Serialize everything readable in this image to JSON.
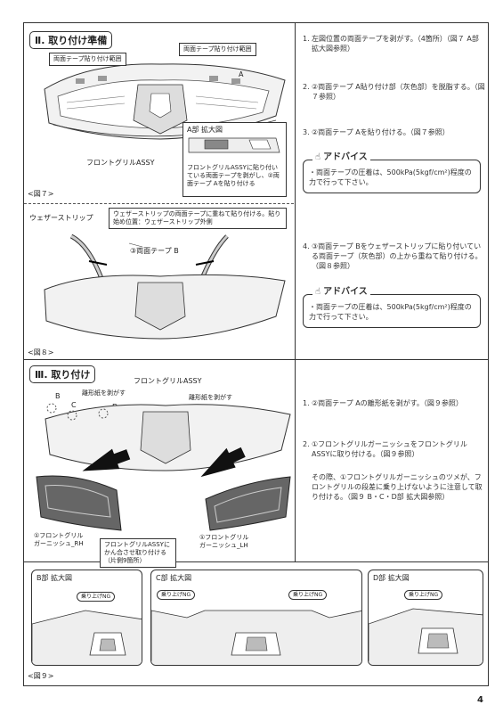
{
  "page_number": "4",
  "section2": {
    "title": "Ⅱ. 取り付け準備",
    "fig7": {
      "callout_left": "両面テープ貼り付け範囲",
      "callout_right": "両面テープ貼り付け範囲",
      "label_a": "A",
      "zoom_title": "A部 拡大図",
      "zoom_note": "フロントグリルASSYに貼り付いている両面テープを剥がし、②両面テープ Aを貼り付ける",
      "assy_label": "フロントグリルASSY",
      "caption": "<図７>"
    },
    "fig8": {
      "callout": "ウェザーストリップの両面テープに重ねて貼り付ける。貼り始め位置：ウェザーストリップ外側",
      "weather_label": "ウェザーストリップ",
      "tape_label": "③両面テープ B",
      "caption": "<図８>"
    }
  },
  "section3": {
    "title": "Ⅲ. 取り付け",
    "fig9": {
      "grill_label": "フロントグリルASSY",
      "peel_left": "離形紙を剥がす",
      "peel_right": "離形紙を剥がす",
      "b": "B",
      "c": "C",
      "d": "D",
      "rh_label": "①フロントグリル\nガーニッシュ_RH",
      "lh_label": "①フロントグリル\nガーニッシュ_LH",
      "claw_note": "フロントグリルASSYにかん合させ取り付ける（片側9箇所）",
      "zoom_b_title": "B部 拡大図",
      "zoom_c_title": "C部 拡大図",
      "zoom_d_title": "D部 拡大図",
      "ng": "乗り上げNG",
      "caption": "<図９>"
    }
  },
  "steps": {
    "s1": {
      "num": "1.",
      "text": "左図位置の両面テープを剥がす。（4箇所）（図７ A部 拡大図参照）"
    },
    "s2": {
      "num": "2.",
      "text": "②両面テープ A貼り付け部（灰色部）を脱脂する。（図７参照）"
    },
    "s3": {
      "num": "3.",
      "text": "②両面テープ Aを貼り付ける。（図７参照）"
    },
    "s4": {
      "num": "4.",
      "text": "③両面テープ Bをウェザーストリップに貼り付いている両面テープ（灰色部）の上から重ねて貼り付ける。（図８参照）"
    },
    "s5": {
      "num": "1.",
      "text": "②両面テープ Aの離形紙を剥がす。（図９参照）"
    },
    "s6": {
      "num": "2.",
      "text": "①フロントグリルガーニッシュをフロントグリルASSYに取り付ける。（図９参照）"
    },
    "s6b": "その際、①フロントグリルガーニッシュのツメが、フロントグリルの段差に乗り上げないように注意して取り付ける。（図９ B・C・D部 拡大図参照）"
  },
  "advice": {
    "heading": "アドバイス",
    "text1": "・両面テープの圧着は、500kPa(5kgf/cm²)程度の力で行って下さい。",
    "text2": "・両面テープの圧着は、500kPa(5kgf/cm²)程度の力で行って下さい。"
  }
}
